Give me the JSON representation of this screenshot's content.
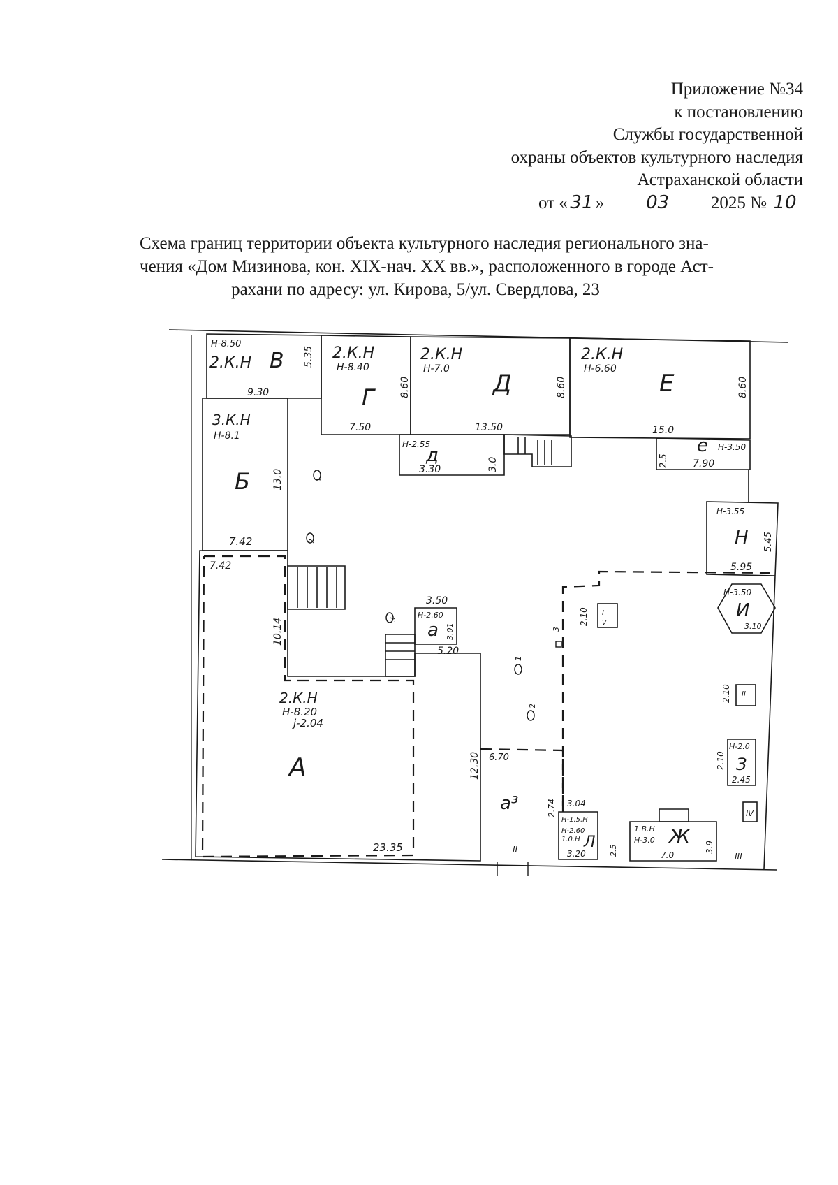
{
  "header": {
    "appendix": "Приложение №34",
    "line2": "к постановлению",
    "line3": "Службы государственной",
    "line4": "охраны объектов культурного наследия",
    "line5": "Астраханской области",
    "date_prefix": "от «",
    "date_day": "31",
    "date_mid": "»",
    "date_month": "03",
    "date_year": "2025 №",
    "number": "10"
  },
  "title": {
    "line1": "Схема границ территории объекта культурного наследия регионального зна-",
    "line2": "чения «Дом Мизинова, кон. XIX-нач. XX вв.», расположенного в городе Аст-",
    "line3": "рахани по адресу: ул. Кирова, 5/ул. Свердлова, 23"
  },
  "plan": {
    "A": {
      "letter": "А",
      "type": "2.К.Н",
      "h": "Н-8.20",
      "j": "j-2.04",
      "dim_w": "23.35",
      "dim_v": "10.14",
      "dim_top": "7.42",
      "dim_e": "12.30"
    },
    "B": {
      "letter": "Б",
      "type": "3.К.Н",
      "h": "Н-8.1",
      "dim_w": "7.42",
      "dim_v": "13.0"
    },
    "V": {
      "letter": "В",
      "type": "2.К.Н",
      "h": "Н-8.50",
      "dim_w": "9.30",
      "dim_v": "5.35"
    },
    "G": {
      "letter": "Г",
      "type": "2.К.Н",
      "h": "Н-8.40",
      "dim_w": "7.50",
      "dim_v": "8.60"
    },
    "D": {
      "letter": "Д",
      "type": "2.К.Н",
      "h": "Н-7.0",
      "dim_w": "13.50",
      "dim_v": "8.60"
    },
    "E": {
      "letter": "Е",
      "type": "2.К.Н",
      "h": "Н-6.60",
      "dim_w": "15.0",
      "dim_v": "8.60"
    },
    "d_small": {
      "letter": "д",
      "h": "Н-2.55",
      "dim_w": "3.30",
      "dim_v": "3.0"
    },
    "e_small": {
      "letter": "е",
      "h": "Н-3.50",
      "dim_w": "7.90",
      "dim_v": "2.5"
    },
    "a_small": {
      "letter": "а",
      "h": "Н-2.60",
      "dim_w": "3.50",
      "dim_v": "3.01",
      "dim_b": "5.20"
    },
    "a3": {
      "letter": "а³",
      "dim_w": "6.70",
      "dim_v": "2.74"
    },
    "N": {
      "letter": "Н",
      "h": "Н-3.55",
      "dim_w": "5.95",
      "dim_v": "5.45"
    },
    "I": {
      "letter": "И",
      "h": "Н-3.50",
      "dim": "3.10"
    },
    "Z": {
      "letter": "З",
      "h": "Н-2.0",
      "dim": "2.45"
    },
    "L": {
      "letter": "Л",
      "h": "Н-2.60",
      "type": "1.0.Н",
      "dim_w": "3.20",
      "dim_v": "2.5"
    },
    "L_top": {
      "h": "Н-1.5.Н",
      "dim_w": "3.04"
    },
    "ZH": {
      "letter": "Ж",
      "type": "1.В.Н",
      "h": "Н-3.0",
      "dim_w": "7.0",
      "dim_v": "3.9"
    },
    "wells": [
      "1",
      "2",
      "3",
      "1",
      "2",
      "3"
    ],
    "marks": [
      "II",
      "III",
      "IV",
      "I",
      "II",
      "V"
    ],
    "dims_small": [
      "2.10",
      "2.10",
      "2.10"
    ]
  }
}
